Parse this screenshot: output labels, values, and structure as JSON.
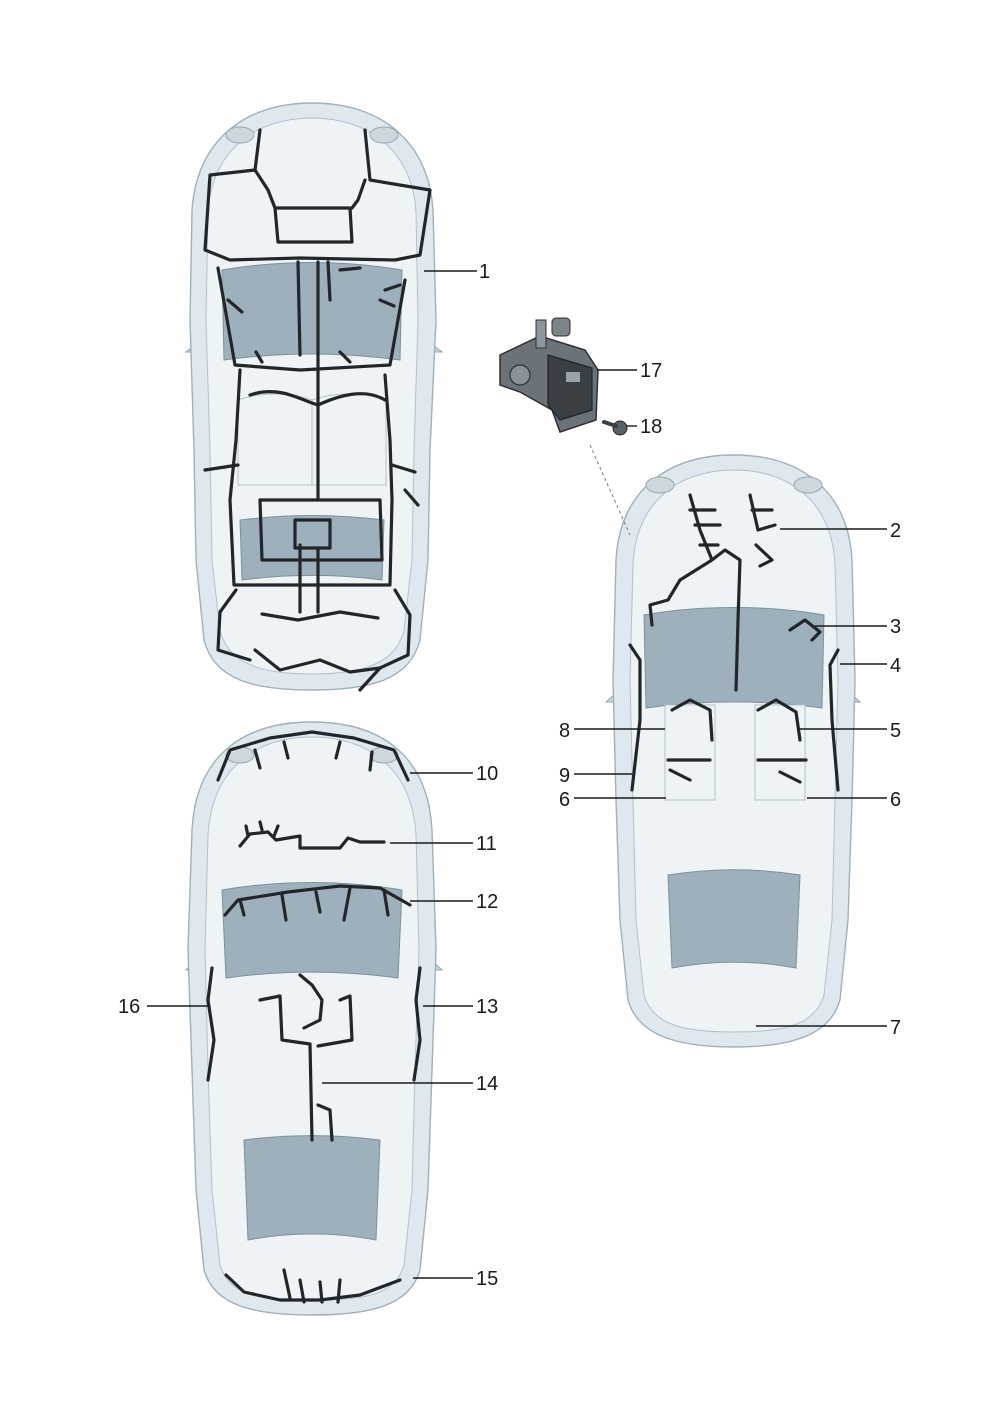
{
  "callouts": {
    "c1": "1",
    "c2": "2",
    "c3": "3",
    "c4": "4",
    "c5": "5",
    "c6a": "6",
    "c6b": "6",
    "c7": "7",
    "c8": "8",
    "c9": "9",
    "c10": "10",
    "c11": "11",
    "c12": "12",
    "c13": "13",
    "c14": "14",
    "c15": "15",
    "c16": "16",
    "c17": "17",
    "c18": "18"
  },
  "colors": {
    "car_body": "#dfe8ee",
    "glass": "#9db0bb",
    "harness": "#22262a",
    "module": "#3a3f44"
  }
}
